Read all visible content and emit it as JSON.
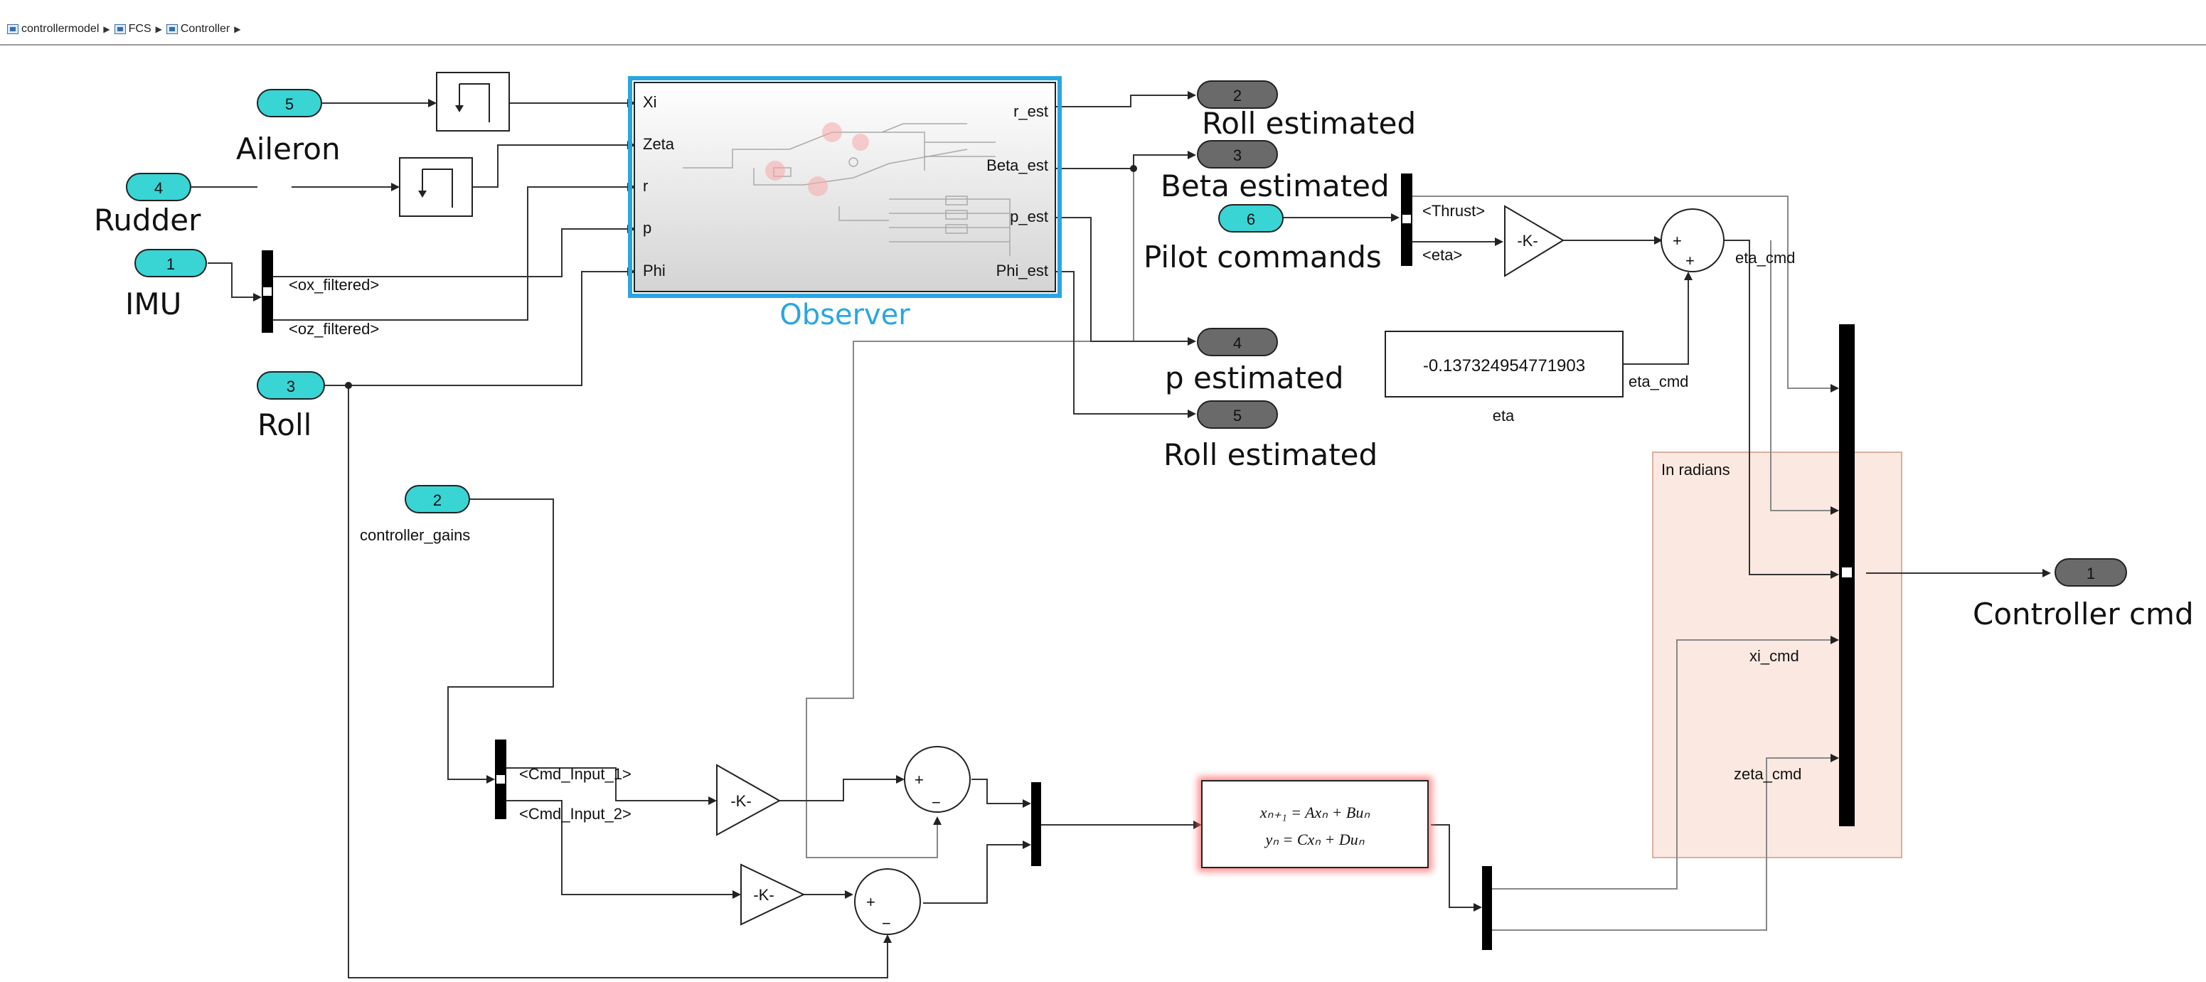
{
  "breadcrumb": [
    "controllermodel",
    "FCS",
    "Controller"
  ],
  "inports": [
    {
      "num": "5",
      "label": "Aileron"
    },
    {
      "num": "4",
      "label": "Rudder"
    },
    {
      "num": "1",
      "label": "IMU"
    },
    {
      "num": "3",
      "label": "Roll"
    },
    {
      "num": "2",
      "label": "controller_gains"
    },
    {
      "num": "6",
      "label": "Pilot commands"
    }
  ],
  "outports": [
    {
      "num": "2",
      "label": "Roll estimated"
    },
    {
      "num": "3",
      "label": "Beta estimated"
    },
    {
      "num": "4",
      "label": "p estimated"
    },
    {
      "num": "5",
      "label": "Roll estimated"
    },
    {
      "num": "1",
      "label": "Controller cmd"
    }
  ],
  "observer": {
    "label": "Observer",
    "inputs": [
      "Xi",
      "Zeta",
      "r",
      "p",
      "Phi"
    ],
    "outputs": [
      "r_est",
      "Beta_est",
      "p_est",
      "Phi_est"
    ]
  },
  "bus_signals": {
    "imu": [
      "<ox_filtered>",
      "<oz_filtered>"
    ],
    "pilot": [
      "<Thrust>",
      "<eta>"
    ],
    "gains": [
      "<Cmd_Input_1>",
      "<Cmd_Input_2>"
    ]
  },
  "gain_label": "-K-",
  "sum_signs": {
    "plus": "+",
    "minus": "−"
  },
  "constant": {
    "value": "-0.137324954771903",
    "label": "eta"
  },
  "signal_labels": {
    "eta_cmd_top": "eta_cmd",
    "eta_cmd_const": "eta_cmd",
    "xi_cmd": "xi_cmd",
    "zeta_cmd": "zeta_cmd"
  },
  "area": {
    "label": "In radians"
  },
  "state_space": {
    "line1": "xₙ₊₁ = Axₙ + Buₙ",
    "line2": "yₙ = Cxₙ + Duₙ"
  }
}
